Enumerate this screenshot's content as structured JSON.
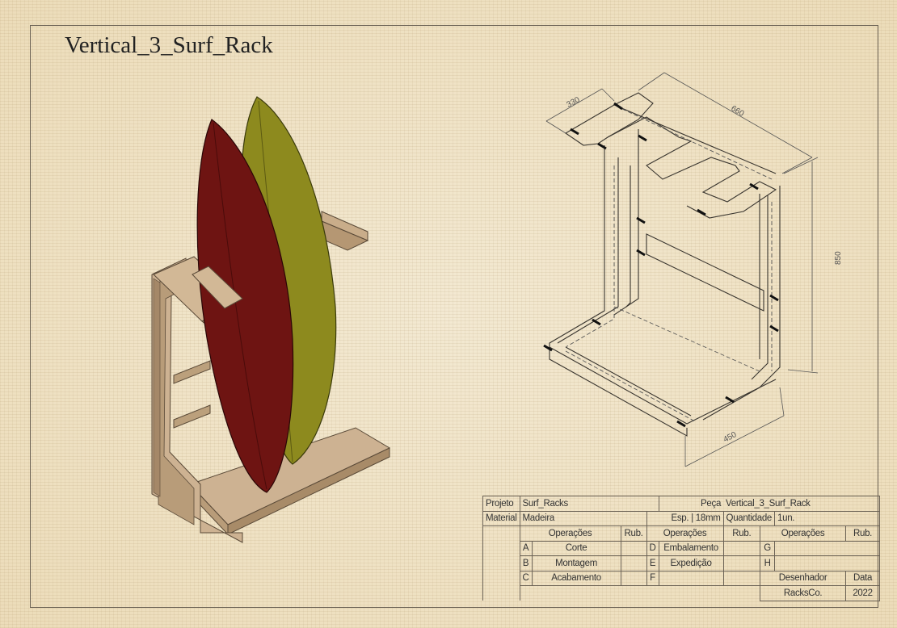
{
  "sheet": {
    "title": "Vertical_3_Surf_Rack"
  },
  "dimensions": {
    "d330": "330",
    "d660": "660",
    "d850": "850",
    "d450": "450"
  },
  "title_block": {
    "projeto_label": "Projeto",
    "projeto_value": "Surf_Racks",
    "peca_label": "Peça",
    "peca_value": "Vertical_3_Surf_Rack",
    "material_label": "Material",
    "material_value": "Madeira",
    "esp_label": "Esp.",
    "esp_value": "18mm",
    "quantidade_label": "Quantidade",
    "quantidade_value": "1un.",
    "operacoes_header": "Operações",
    "rub_header": "Rub.",
    "ops": [
      {
        "letter": "A",
        "name": "Corte"
      },
      {
        "letter": "B",
        "name": "Montagem"
      },
      {
        "letter": "C",
        "name": "Acabamento"
      },
      {
        "letter": "D",
        "name": "Embalamento"
      },
      {
        "letter": "E",
        "name": "Expedição"
      },
      {
        "letter": "F",
        "name": ""
      },
      {
        "letter": "G",
        "name": ""
      },
      {
        "letter": "H",
        "name": ""
      }
    ],
    "desenhador_label": "Desenhador",
    "desenhador_value": "RacksCo.",
    "data_label": "Data",
    "data_value": "2022"
  },
  "colors": {
    "board_red": "#6e1412",
    "board_olive": "#8d8a1e",
    "wood": "#c9ad8a",
    "wood_dark": "#a88b68"
  }
}
